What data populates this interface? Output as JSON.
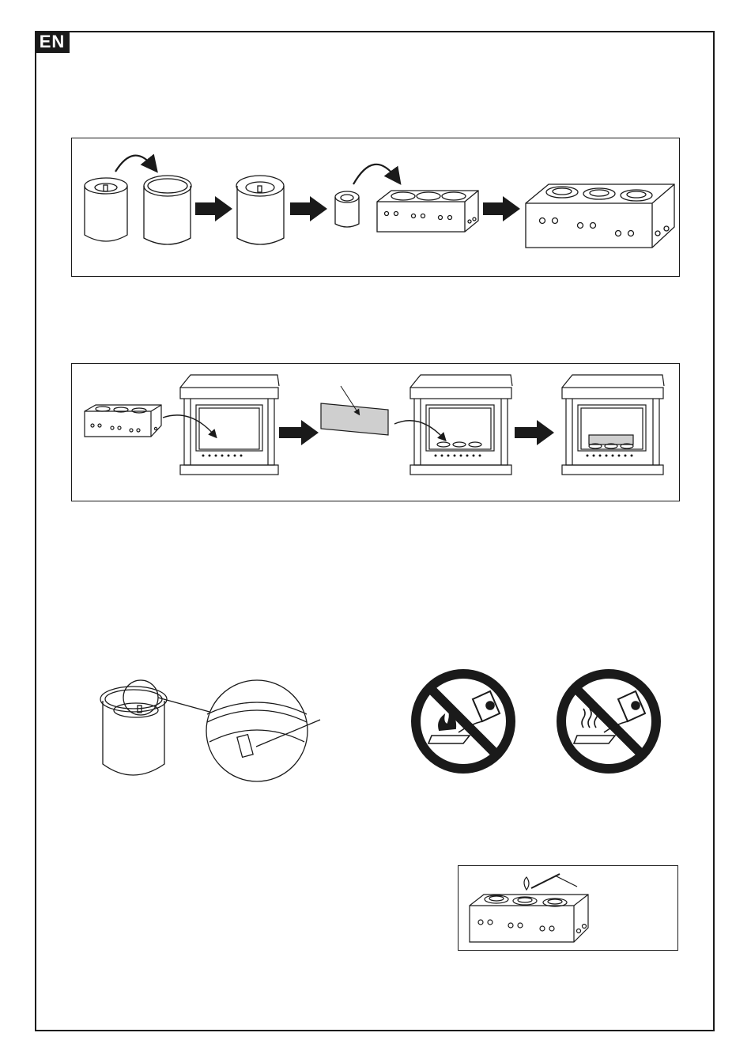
{
  "header": {
    "language_tab": "EN"
  },
  "steps": {
    "burner_assembly": {
      "panel_name": "burner-assembly-steps"
    },
    "insert_into_fireplace": {
      "panel_name": "insert-into-fireplace-steps"
    },
    "fuel_warnings": {
      "no_refill_while_burning": "prohibition-sign",
      "no_refill_while_hot": "prohibition-sign"
    },
    "ignition": {
      "panel_name": "ignition-step"
    }
  },
  "colors": {
    "line": "#1a1a1a",
    "prohibition": "#1a1a1a",
    "screen_fill": "#cfcfcf"
  }
}
